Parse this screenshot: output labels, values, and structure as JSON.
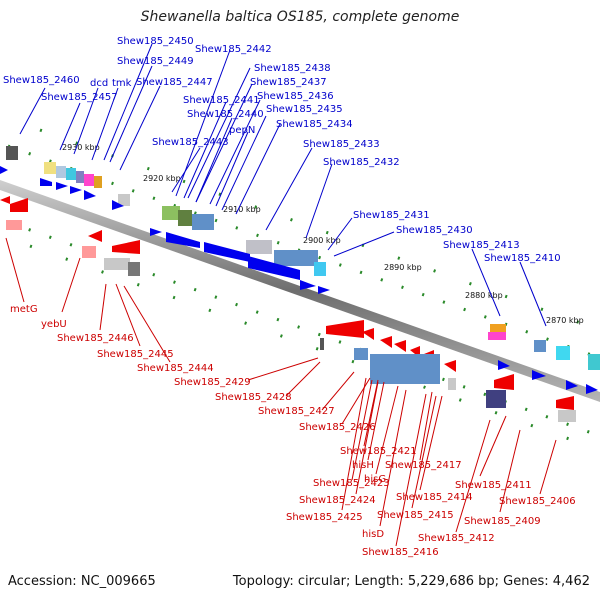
{
  "title": "Shewanella baltica OS185, complete genome",
  "footer": {
    "accession": "Accession: NC_009665",
    "summary": "Topology: circular; Length: 5,229,686 bp; Genes: 4,462"
  },
  "colors": {
    "forward_label": "#0000cc",
    "reverse_label": "#cc0000",
    "backbone": "#8a8a8a"
  },
  "scale": [
    "2930 kbp",
    "2920 kbp",
    "2910 kbp",
    "2900 kbp",
    "2890 kbp",
    "2880 kbp",
    "2870 kbp"
  ],
  "top_labels": [
    "Shew185_2450",
    "Shew185_2442",
    "Shew185_2449",
    "Shew185_2460",
    "dcd",
    "tmk",
    "Shew185_2447",
    "Shew185_2438",
    "Shew185_2437",
    "Shew185_2457",
    "Shew185_2436",
    "Shew185_2441",
    "Shew185_2435",
    "Shew185_2440",
    "pepN",
    "Shew185_2434",
    "Shew185_2443",
    "Shew185_2433",
    "Shew185_2432",
    "Shew185_2431",
    "Shew185_2430",
    "Shew185_2413",
    "Shew185_2410"
  ],
  "bottom_labels": [
    "metG",
    "yebU",
    "Shew185_2446",
    "Shew185_2445",
    "Shew185_2444",
    "Shew185_2429",
    "Shew185_2428",
    "Shew185_2427",
    "Shew185_2426",
    "Shew185_2421",
    "hisH",
    "Shew185_2417",
    "hisG",
    "Shew185_2411",
    "Shew185_2423",
    "Shew185_2414",
    "Shew185_2406",
    "Shew185_2424",
    "Shew185_2415",
    "Shew185_2409",
    "Shew185_2425",
    "hisD",
    "Shew185_2412",
    "Shew185_2416"
  ]
}
